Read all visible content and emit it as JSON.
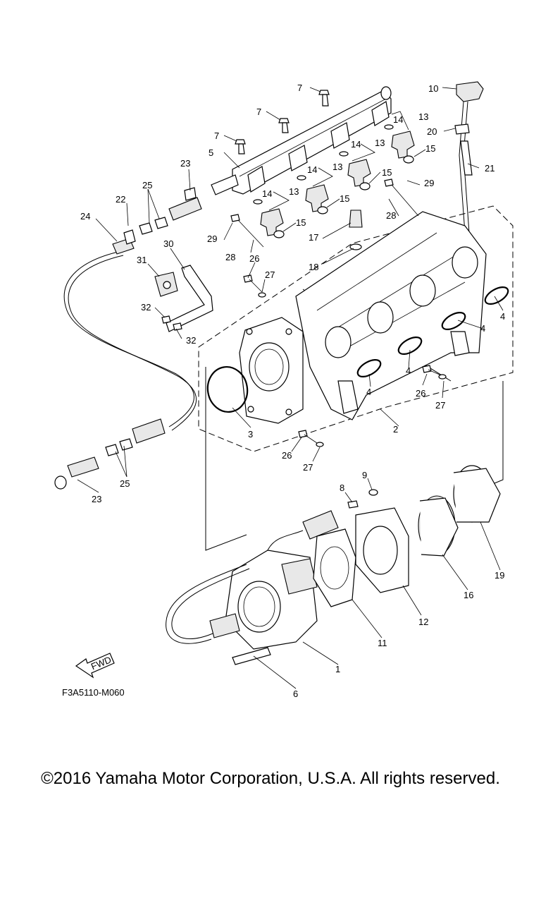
{
  "drawing_code": "F3A5110-M060",
  "fwd_label": "FWD",
  "copyright": "©2016 Yamaha Motor Corporation, U.S.A. All rights reserved.",
  "callouts": [
    "1",
    "2",
    "3",
    "4",
    "5",
    "6",
    "7",
    "8",
    "9",
    "10",
    "11",
    "12",
    "13",
    "14",
    "15",
    "16",
    "17",
    "18",
    "19",
    "20",
    "21",
    "22",
    "23",
    "24",
    "25",
    "26",
    "27",
    "28",
    "29",
    "30",
    "31",
    "32"
  ]
}
